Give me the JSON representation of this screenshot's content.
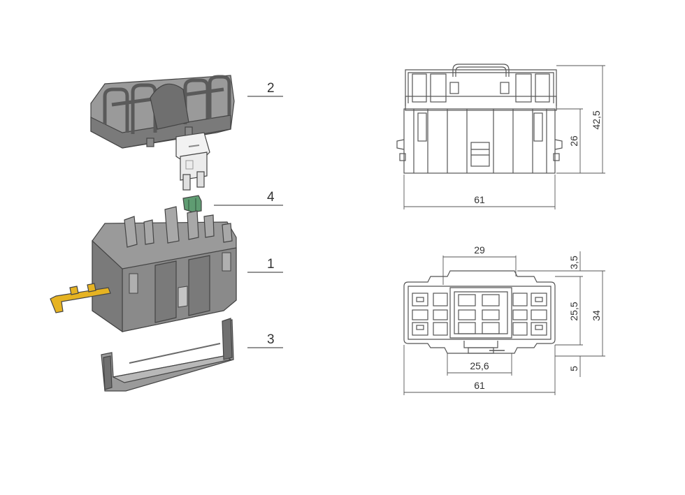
{
  "colors": {
    "body_gray": "#9a9a9a",
    "body_dark": "#707070",
    "body_light": "#c4c4c4",
    "fuse_white": "#f2f2f2",
    "clip_green": "#5f9c72",
    "lever_yellow": "#e6b322",
    "line": "#555555"
  },
  "parts": {
    "label_1": "1",
    "label_2": "2",
    "label_3": "3",
    "label_4": "4"
  },
  "side_view": {
    "height_total": "42,5",
    "height_body": "26",
    "width": "61"
  },
  "top_view": {
    "width_top": "29",
    "height_top_gap": "3,5",
    "height_inner": "25,5",
    "height_total": "34",
    "width_bottom_inner": "25,6",
    "height_bottom_gap": "5",
    "width": "61"
  }
}
